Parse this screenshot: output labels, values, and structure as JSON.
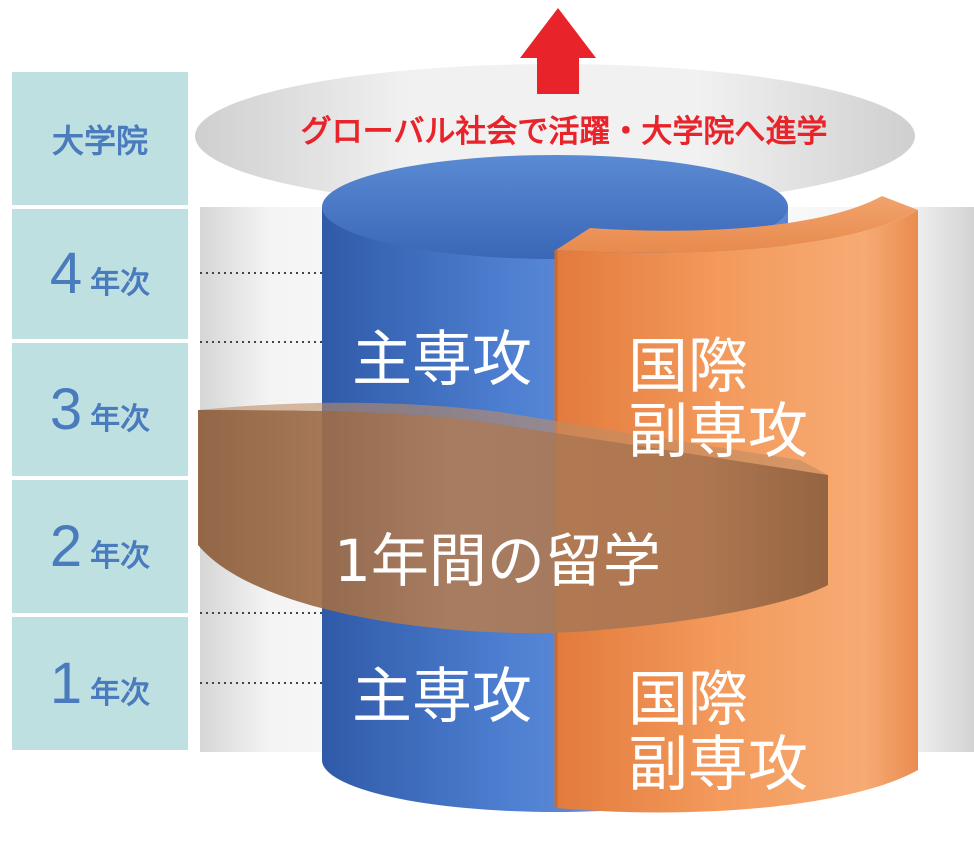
{
  "sidebar": {
    "items": [
      {
        "label": "大学院"
      },
      {
        "number": "4",
        "suffix": "年次"
      },
      {
        "number": "3",
        "suffix": "年次"
      },
      {
        "number": "2",
        "suffix": "年次"
      },
      {
        "number": "1",
        "suffix": "年次"
      }
    ]
  },
  "banner": {
    "text": "グローバル社会で活躍・大学院へ進学"
  },
  "cylinder": {
    "major_upper": "主専攻",
    "minor_upper_line1": "国際",
    "minor_upper_line2": "副専攻",
    "study_abroad": "1年間の留学",
    "major_lower": "主専攻",
    "minor_lower_line1": "国際",
    "minor_lower_line2": "副専攻"
  },
  "colors": {
    "sidebar_bg": "#bfe0e1",
    "sidebar_text": "#4a7bbd",
    "banner_text": "#e8232a",
    "arrow": "#e8232a",
    "major_blue": "#3f6fc2",
    "minor_orange": "#f09a5a",
    "abroad_brown": "#a0714c",
    "white_text": "#ffffff"
  },
  "icons": [
    "arrow-up-icon"
  ]
}
